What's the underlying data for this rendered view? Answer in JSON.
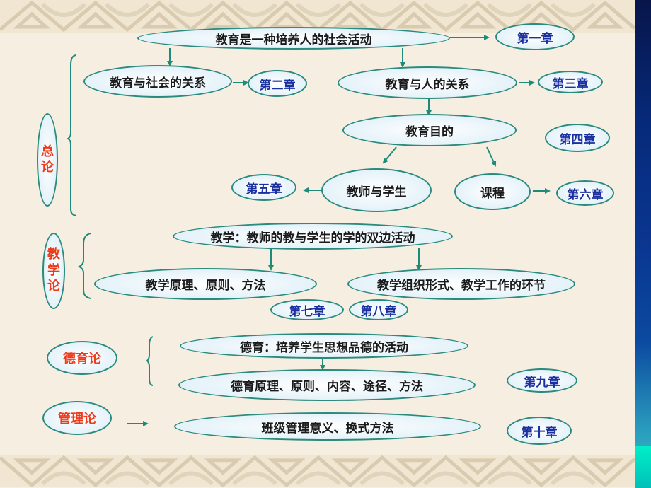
{
  "diagram": {
    "colors": {
      "background": "#f6efe1",
      "node_border": "#2a8a7e",
      "node_fill": "#e8f4fa",
      "node_text": "#1a1a1a",
      "chapter_text": "#1a2fa0",
      "category_text": "#ee3a1a",
      "arrow": "#1e8a7a",
      "sidebar_top": "#08154a",
      "sidebar_bottom": "#00f0c8"
    },
    "categories": {
      "general": {
        "label": "总论",
        "chars": [
          "总",
          "论"
        ]
      },
      "teaching": {
        "label": "教学论",
        "chars": [
          "教",
          "学",
          "论"
        ]
      },
      "moral": {
        "label": "德育论"
      },
      "management": {
        "label": "管理论"
      }
    },
    "nodes": {
      "root": "教育是一种培养人的社会活动",
      "edu_society": "教育与社会的关系",
      "edu_human": "教育与人的关系",
      "edu_goal": "教育目的",
      "teacher_student": "教师与学生",
      "curriculum": "课程",
      "teaching_def": "教学：教师的教与学生的学的双边活动",
      "teaching_principles": "教学原理、原则、方法",
      "teaching_forms": "教学组织形式、教学工作的环节",
      "moral_def": "德育：培养学生思想品德的活动",
      "moral_principles": "德育原理、原则、内容、途径、方法",
      "class_management": "班级管理意义、换式方法"
    },
    "chapters": {
      "ch1": "第一章",
      "ch2": "第二章",
      "ch3": "第三章",
      "ch4": "第四章",
      "ch5": "第五章",
      "ch6": "第六章",
      "ch7": "第七章",
      "ch8": "第八章",
      "ch9": "第九章",
      "ch10": "第十章"
    }
  }
}
